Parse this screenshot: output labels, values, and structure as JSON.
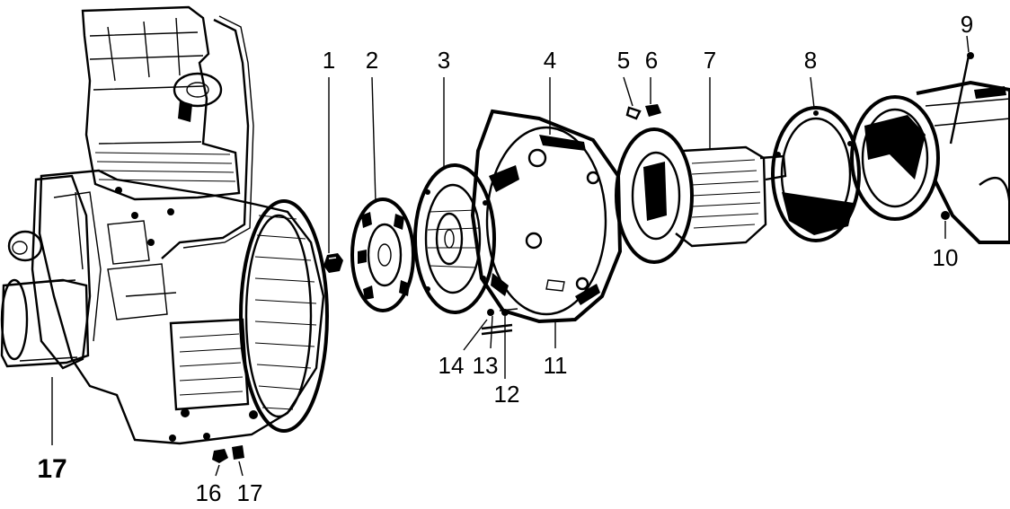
{
  "figure": {
    "labels": {
      "l1": "1",
      "l2": "2",
      "l3": "3",
      "l4": "4",
      "l5": "5",
      "l6": "6",
      "l7": "7",
      "l8": "8",
      "l9": "9",
      "l10": "10",
      "l11": "11",
      "l12": "12",
      "l13": "13",
      "l14": "14",
      "l16": "16",
      "l17": "17",
      "l17_engine": "17"
    }
  }
}
